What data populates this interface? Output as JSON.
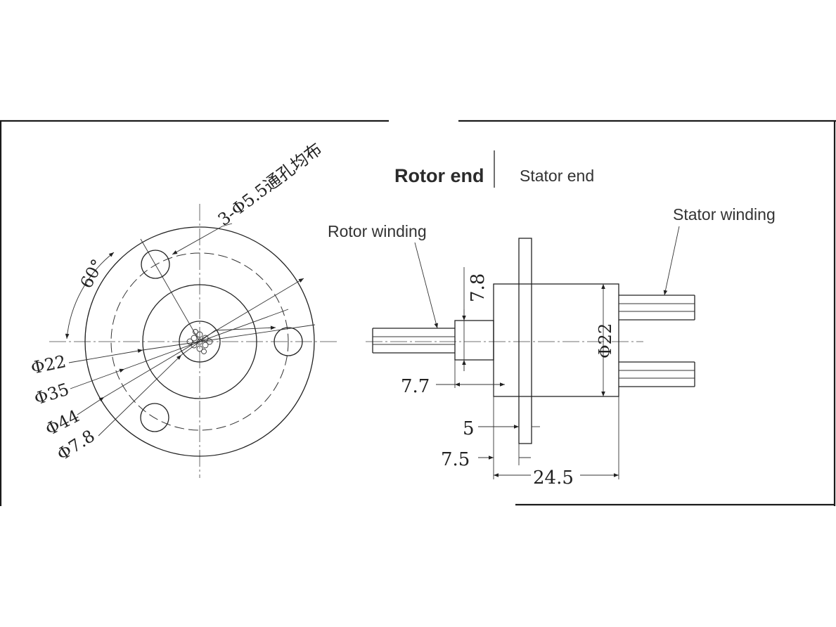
{
  "header": {
    "rotor_end": "Rotor end",
    "stator_end": "Stator end"
  },
  "front_view": {
    "holes_note": "3-Φ5.5通孔均布",
    "angle": "60°",
    "dia_22": "Φ22",
    "dia_35": "Φ35",
    "dia_44": "Φ44",
    "dia_7_8": "Φ7.8"
  },
  "side_view": {
    "rotor_winding": "Rotor winding",
    "stator_winding": "Stator winding",
    "dim_7_8": "7.8",
    "dim_phi22": "Φ22",
    "dim_7_7": "7.7",
    "dim_5": "5",
    "dim_7_5": "7.5",
    "dim_24_5": "24.5"
  },
  "colors": {
    "line": "#222222",
    "background": "#ffffff"
  }
}
